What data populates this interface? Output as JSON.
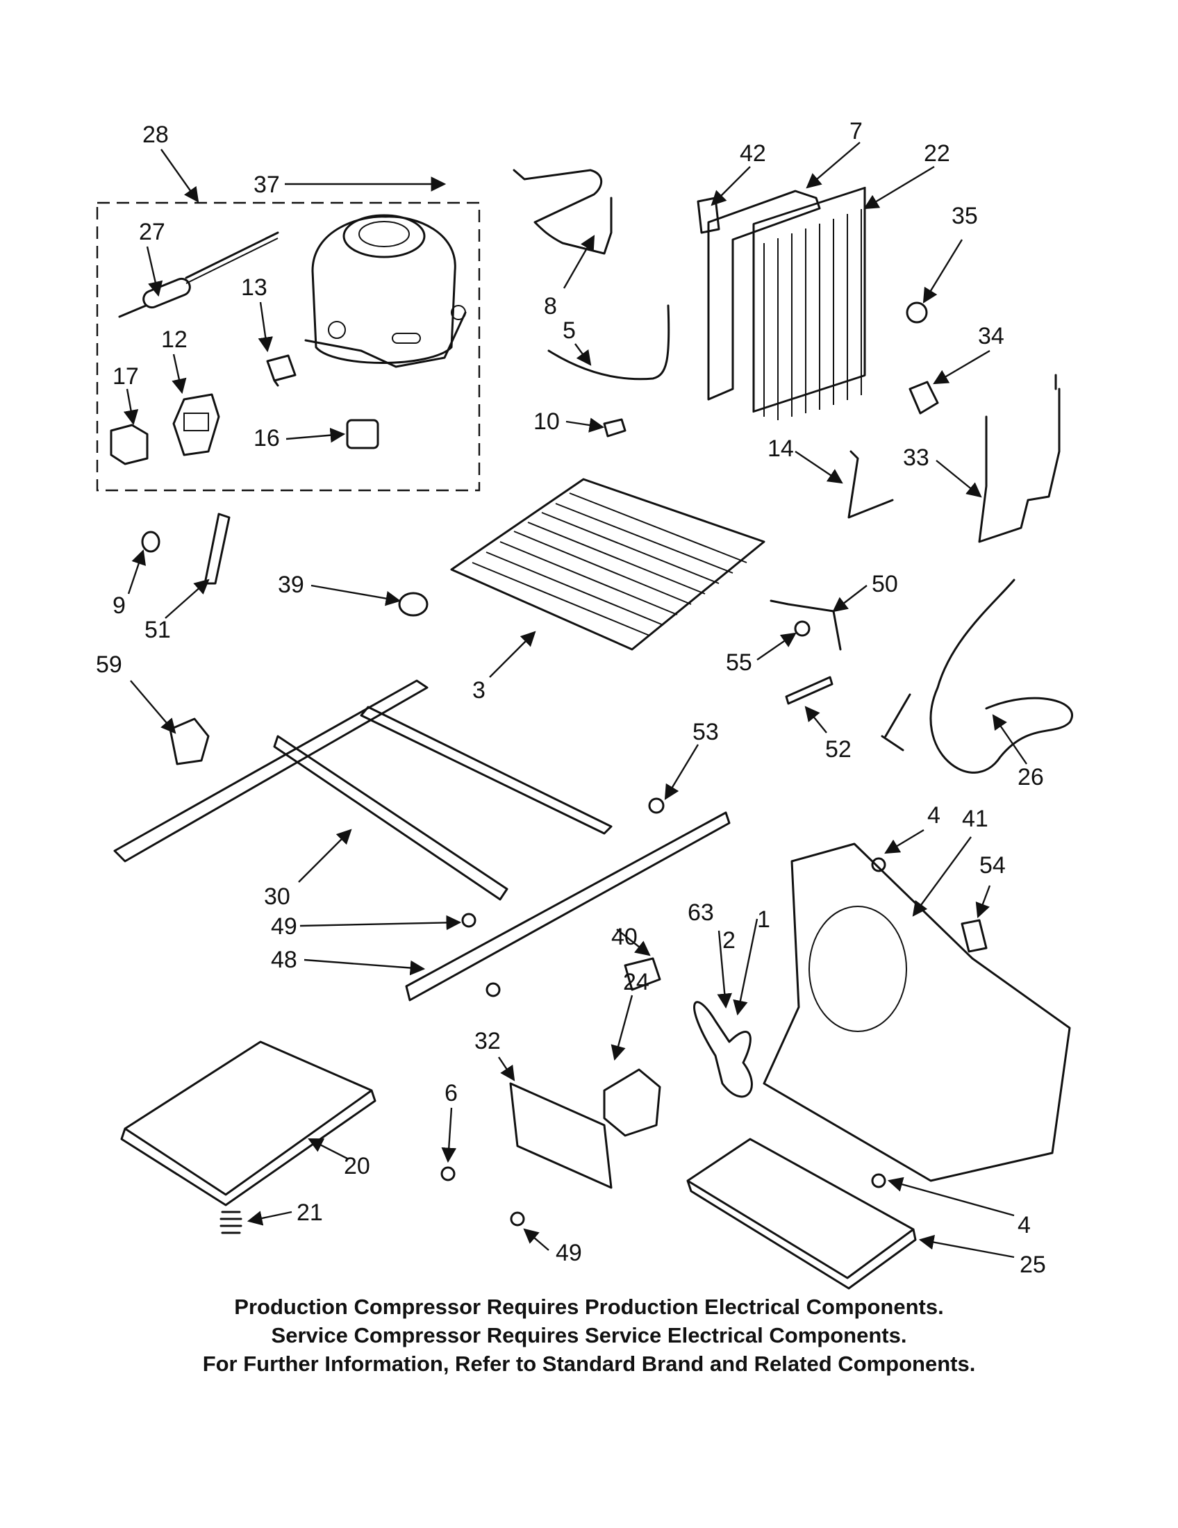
{
  "callouts": [
    "28",
    "37",
    "27",
    "13",
    "12",
    "17",
    "16",
    "42",
    "7",
    "22",
    "35",
    "34",
    "8",
    "5",
    "10",
    "14",
    "33",
    "9",
    "51",
    "39",
    "3",
    "50",
    "55",
    "59",
    "52",
    "26",
    "53",
    "4",
    "41",
    "54",
    "30",
    "49",
    "40",
    "63",
    "48",
    "2",
    "1",
    "24",
    "32",
    "6",
    "20",
    "21",
    "4",
    "49",
    "25"
  ],
  "notes": [
    "Production Compressor Requires Production Electrical Components.",
    "Service Compressor Requires Service Electrical Components.",
    "For Further Information, Refer to Standard Brand and Related Components."
  ]
}
